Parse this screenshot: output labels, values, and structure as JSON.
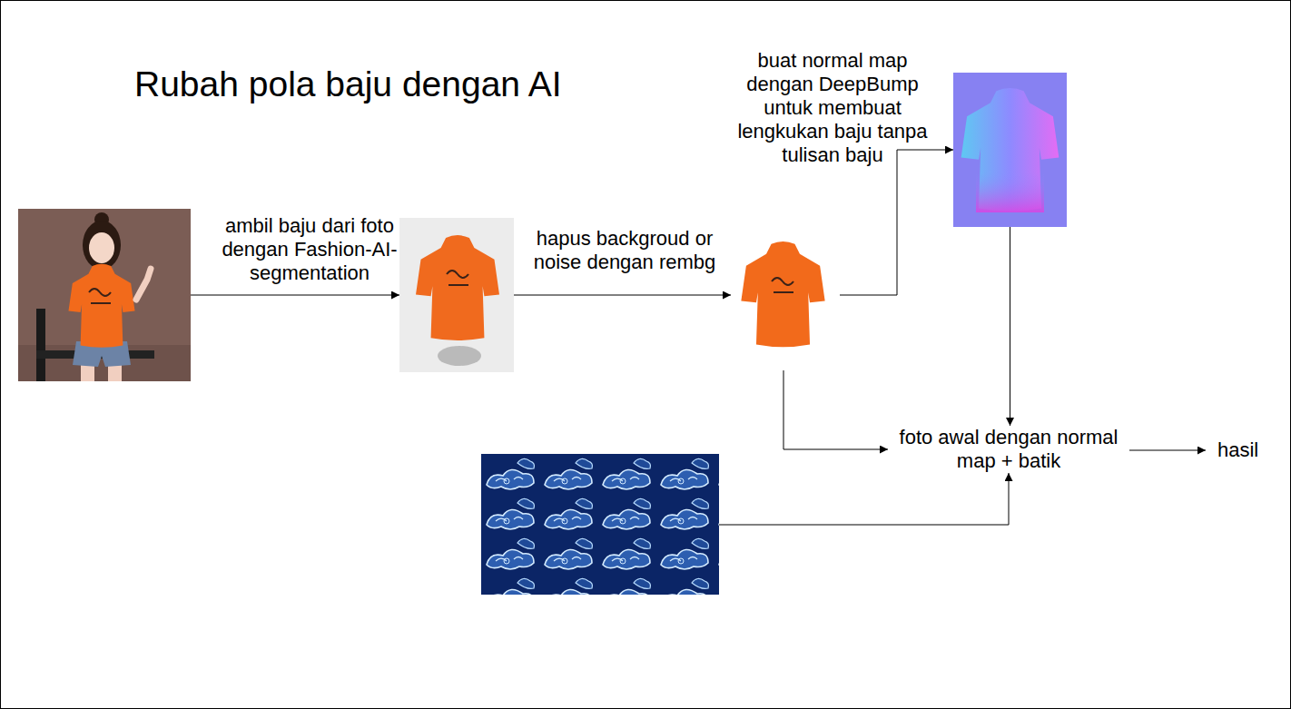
{
  "diagram": {
    "title": "Rubah pola baju dengan AI",
    "nodes": [
      {
        "text": []
      },
      {
        "text": []
      },
      {
        "text": []
      },
      {
        "text": []
      },
      {
        "text": []
      },
      {
        "text": [
          "foto awal dengan normal map + batik"
        ]
      },
      {
        "text": [
          "hasil"
        ]
      }
    ],
    "edges": [
      {
        "from": 0,
        "to": 1,
        "arrow": "to",
        "label": "ambil baju dari foto dengan Fashion-AI-segmentation"
      },
      {
        "from": 1,
        "to": 2,
        "arrow": "to",
        "label": "hapus backgroud or noise dengan rembg"
      },
      {
        "from": 2,
        "to": 3,
        "arrow": "to",
        "label": "buat normal map dengan DeepBump untuk membuat lengkukan baju tanpa tulisan baju"
      },
      {
        "from": 3,
        "to": 5,
        "arrow": "to"
      },
      {
        "from": 2,
        "to": 5,
        "arrow": "to"
      },
      {
        "from": 4,
        "to": 5,
        "arrow": "to"
      },
      {
        "from": 5,
        "to": 6,
        "arrow": "to"
      }
    ]
  }
}
